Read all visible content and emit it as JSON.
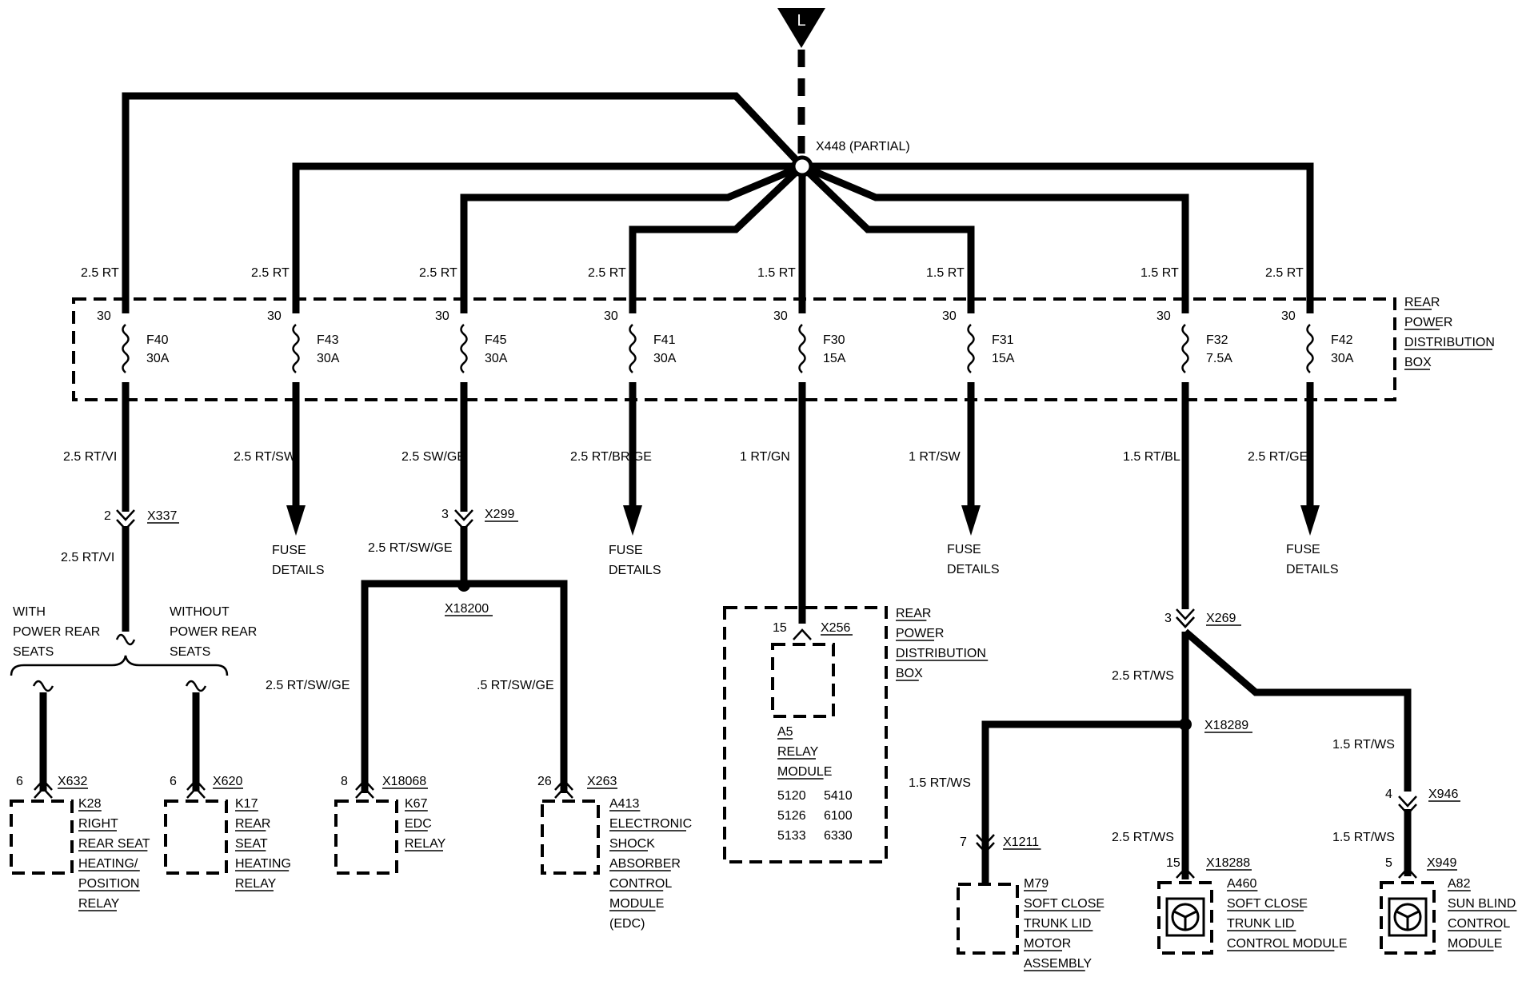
{
  "source": {
    "label": "L"
  },
  "main_connector": "X448 (PARTIAL)",
  "pin_30": "30",
  "fuse_box": {
    "lines": [
      "REAR",
      "POWER",
      "DISTRIBUTION",
      "BOX"
    ]
  },
  "fuses": [
    {
      "in_wire": "2.5 RT",
      "name": "F40",
      "rating": "30A",
      "out_wire": "2.5 RT/VI"
    },
    {
      "in_wire": "2.5 RT",
      "name": "F43",
      "rating": "30A",
      "out_wire": "2.5 RT/SW"
    },
    {
      "in_wire": "2.5 RT",
      "name": "F45",
      "rating": "30A",
      "out_wire": "2.5 SW/GE"
    },
    {
      "in_wire": "2.5 RT",
      "name": "F41",
      "rating": "30A",
      "out_wire": "2.5 RT/BR/GE"
    },
    {
      "in_wire": "1.5 RT",
      "name": "F30",
      "rating": "15A",
      "out_wire": "1 RT/GN"
    },
    {
      "in_wire": "1.5 RT",
      "name": "F31",
      "rating": "15A",
      "out_wire": "1 RT/SW"
    },
    {
      "in_wire": "1.5 RT",
      "name": "F32",
      "rating": "7.5A",
      "out_wire": "1.5 RT/BL"
    },
    {
      "in_wire": "2.5 RT",
      "name": "F42",
      "rating": "30A",
      "out_wire": "2.5 RT/GE"
    }
  ],
  "fuse_details": {
    "line1": "FUSE",
    "line2": "DETAILS"
  },
  "x337": {
    "pin": "2",
    "name": "X337",
    "wire_after": "2.5 RT/VI"
  },
  "seat_options": {
    "with": [
      "WITH",
      "POWER REAR",
      "SEATS"
    ],
    "without": [
      "WITHOUT",
      "POWER REAR",
      "SEATS"
    ]
  },
  "x299": {
    "pin": "3",
    "name": "X299",
    "wire_after": "2.5 RT/SW/GE"
  },
  "x18200": {
    "name": "X18200",
    "left_wire": "2.5 RT/SW/GE",
    "right_wire": ".5 RT/SW/GE"
  },
  "components": {
    "k28": {
      "pin": "6",
      "conn": "X632",
      "lines": [
        "K28",
        "RIGHT",
        "REAR SEAT",
        "HEATING/",
        "POSITION",
        "RELAY"
      ]
    },
    "k17": {
      "pin": "6",
      "conn": "X620",
      "lines": [
        "K17",
        "REAR",
        "SEAT",
        "HEATING",
        "RELAY"
      ]
    },
    "k67": {
      "pin": "8",
      "conn": "X18068",
      "lines": [
        "K67",
        "EDC",
        "RELAY"
      ]
    },
    "a413": {
      "pin": "26",
      "conn": "X263",
      "lines": [
        "A413",
        "ELECTRONIC",
        "SHOCK",
        "ABSORBER",
        "CONTROL",
        "MODULE"
      ],
      "extra": "(EDC)"
    },
    "a5": {
      "pin": "15",
      "conn": "X256",
      "box_lines": [
        "REAR",
        "POWER",
        "DISTRIBUTION",
        "BOX"
      ],
      "lines": [
        "A5",
        "RELAY",
        "MODULE"
      ],
      "codes": [
        [
          "5120",
          "5410"
        ],
        [
          "5126",
          "6100"
        ],
        [
          "5133",
          "6330"
        ]
      ]
    },
    "m79": {
      "pin": "7",
      "conn": "X1211",
      "lines": [
        "M79",
        "SOFT CLOSE",
        "TRUNK LID",
        "MOTOR",
        "ASSEMBLY"
      ]
    },
    "a460": {
      "pin": "15",
      "conn": "X18288",
      "lines": [
        "A460",
        "SOFT CLOSE",
        "TRUNK LID",
        "CONTROL MODULE"
      ]
    },
    "a82": {
      "pin": "5",
      "conn": "X949",
      "lines": [
        "A82",
        "SUN BLIND",
        "CONTROL",
        "MODULE"
      ]
    }
  },
  "x269": {
    "pin": "3",
    "name": "X269",
    "wire_left": "2.5 RT/WS",
    "wire_right": "1.5 RT/WS"
  },
  "x18289": {
    "name": "X18289",
    "wire_left": "1.5 RT/WS",
    "wire_mid": "2.5 RT/WS"
  },
  "x946": {
    "pin": "4",
    "name": "X946",
    "wire_after": "1.5 RT/WS"
  }
}
